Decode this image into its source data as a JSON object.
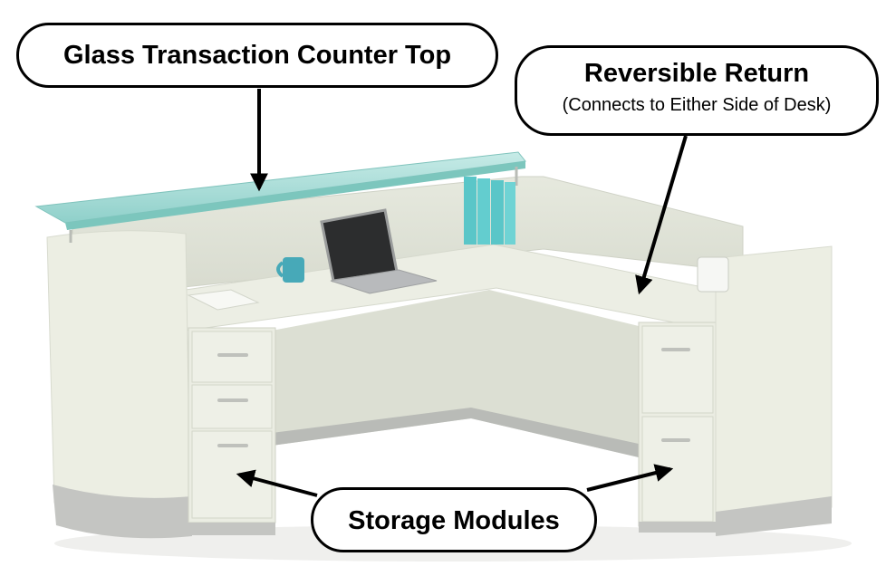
{
  "callouts": {
    "counter_top": {
      "title": "Glass Transaction Counter Top"
    },
    "return": {
      "title": "Reversible Return",
      "subtitle": "(Connects to Either Side of Desk)"
    },
    "storage": {
      "title": "Storage Modules"
    }
  },
  "colors": {
    "desk_body": "#e9ebe0",
    "desk_shadow": "#d8dbcf",
    "glass": "#a9dcd6",
    "accent_teal": "#5ac6c8",
    "base_trim": "#c3c4c1",
    "outline": "#000000"
  }
}
